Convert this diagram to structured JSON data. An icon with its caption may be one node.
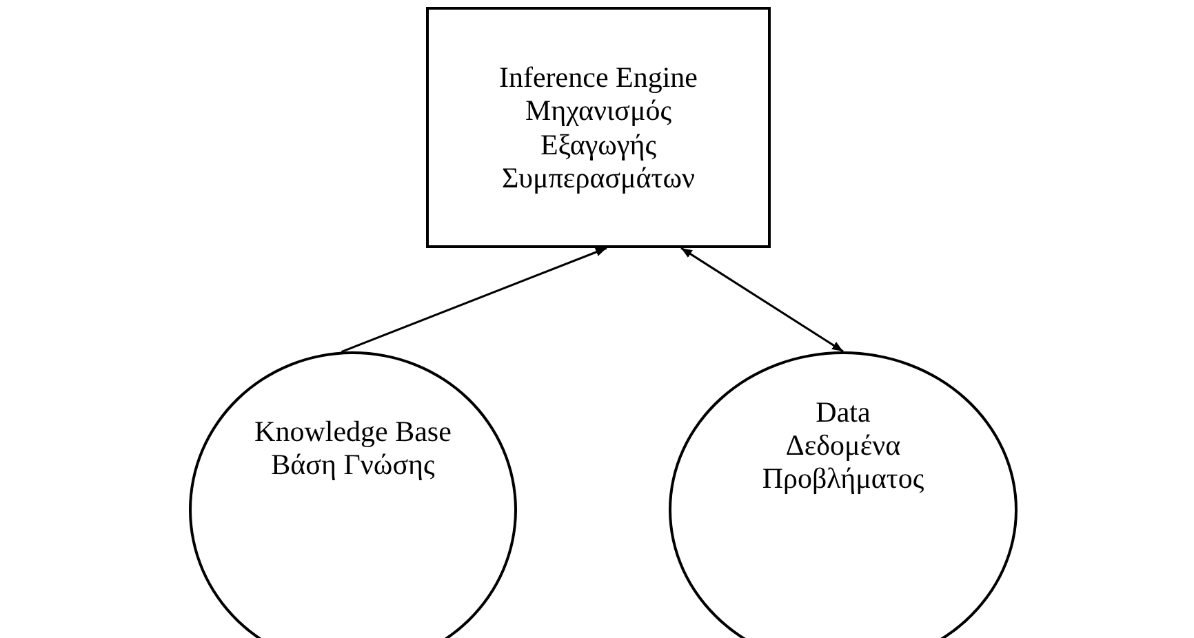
{
  "diagram": {
    "nodes": [
      {
        "text": [
          "Inference Engine",
          "Μηχανισμός Εξαγωγής Συμπερασμάτων"
        ]
      },
      {
        "text": [
          "Knowledge Base",
          "Βάση Γνώσης"
        ]
      },
      {
        "text": [
          "Data",
          "Δεδομένα Προβλήματος"
        ]
      }
    ],
    "edges": [
      {
        "from": 1,
        "to": 0,
        "arrow": "to"
      },
      {
        "from": 0,
        "to": 2,
        "arrow": "both"
      }
    ]
  }
}
